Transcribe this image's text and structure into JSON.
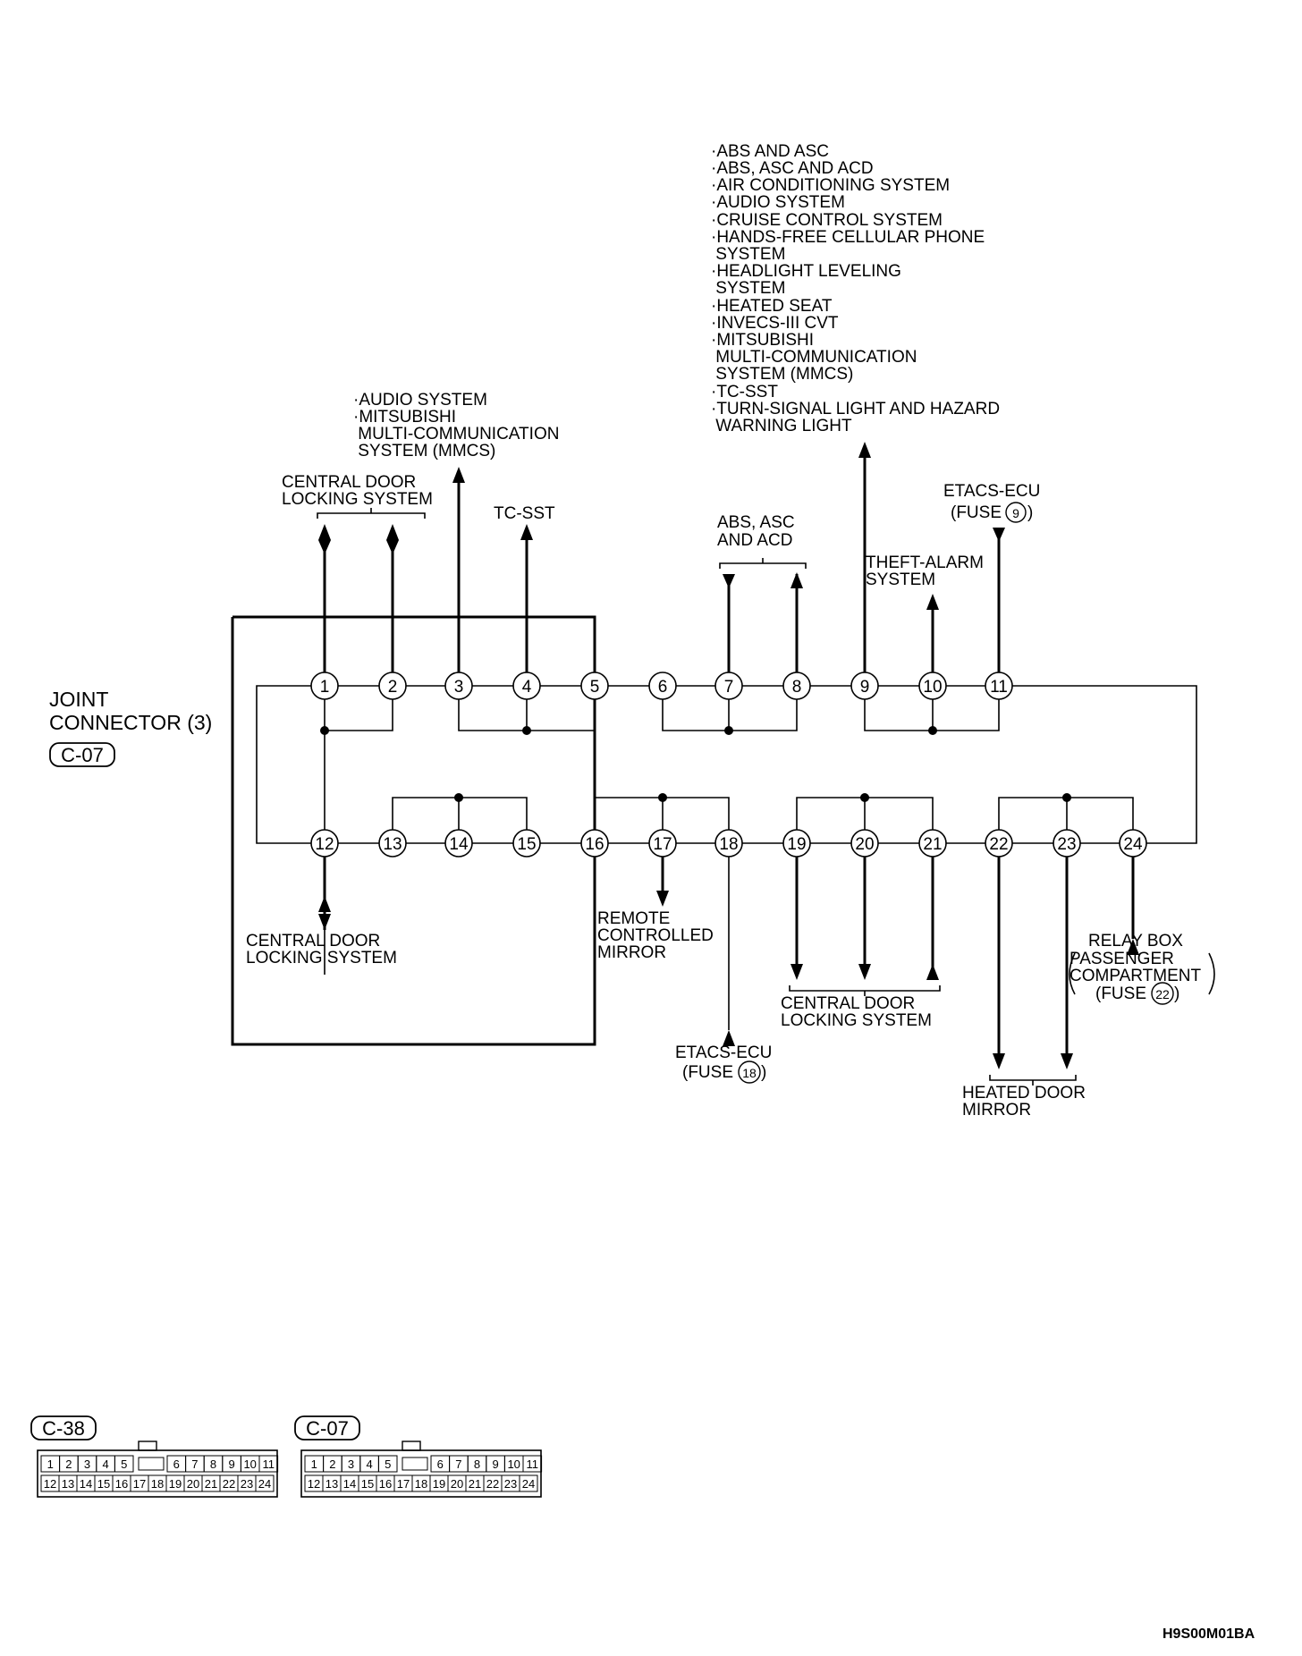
{
  "joint_connector": {
    "title_line1": "JOINT",
    "title_line2": "CONNECTOR (3)",
    "code": "C-07"
  },
  "pins_top": [
    "1",
    "2",
    "3",
    "4",
    "5",
    "6",
    "7",
    "8",
    "9",
    "10",
    "11"
  ],
  "pins_bottom": [
    "12",
    "13",
    "14",
    "15",
    "16",
    "17",
    "18",
    "19",
    "20",
    "21",
    "22",
    "23",
    "24"
  ],
  "labels": {
    "central_door_top": [
      "CENTRAL DOOR",
      "LOCKING SYSTEM"
    ],
    "audio_mmcs": [
      "·AUDIO SYSTEM",
      "·MITSUBISHI",
      " MULTI-COMMUNICATION",
      " SYSTEM (MMCS)"
    ],
    "tc_sst": "TC-SST",
    "abs_list": [
      "·ABS AND ASC",
      "·ABS, ASC AND ACD",
      "·AIR CONDITIONING SYSTEM",
      "·AUDIO SYSTEM",
      "·CRUISE CONTROL SYSTEM",
      "·HANDS-FREE CELLULAR PHONE",
      " SYSTEM",
      "·HEADLIGHT LEVELING",
      " SYSTEM",
      "·HEATED SEAT",
      "·INVECS-III CVT",
      "·MITSUBISHI",
      " MULTI-COMMUNICATION",
      " SYSTEM (MMCS)",
      "·TC-SST",
      "·TURN-SIGNAL LIGHT AND HAZARD",
      " WARNING LIGHT"
    ],
    "abs_asc_acd": [
      "ABS, ASC",
      "AND ACD"
    ],
    "theft_alarm": [
      "THEFT-ALARM",
      "SYSTEM"
    ],
    "etacs_top": "ETACS-ECU",
    "fuse_prefix": "(FUSE",
    "fuse_suffix": ")",
    "fuse_top_no": "9",
    "central_door_left": [
      "CENTRAL DOOR",
      "LOCKING SYSTEM"
    ],
    "remote_mirror": [
      "REMOTE",
      "CONTROLLED",
      "MIRROR"
    ],
    "etacs_bottom": "ETACS-ECU",
    "fuse_bottom_no": "18",
    "central_door_mid": [
      "CENTRAL DOOR",
      "LOCKING SYSTEM"
    ],
    "heated_mirror": [
      "HEATED DOOR",
      "MIRROR"
    ],
    "relay_box": [
      "RELAY BOX",
      "PASSENGER",
      "COMPARTMENT"
    ],
    "fuse_relay_no": "22"
  },
  "connector_views": [
    {
      "code": "C-38",
      "top": [
        "1",
        "2",
        "3",
        "4",
        "5",
        "6",
        "7",
        "8",
        "9",
        "10",
        "11"
      ],
      "bottom": [
        "12",
        "13",
        "14",
        "15",
        "16",
        "17",
        "18",
        "19",
        "20",
        "21",
        "22",
        "23",
        "24"
      ]
    },
    {
      "code": "C-07",
      "top": [
        "1",
        "2",
        "3",
        "4",
        "5",
        "6",
        "7",
        "8",
        "9",
        "10",
        "11"
      ],
      "bottom": [
        "12",
        "13",
        "14",
        "15",
        "16",
        "17",
        "18",
        "19",
        "20",
        "21",
        "22",
        "23",
        "24"
      ]
    }
  ],
  "figure_id": "H9S00M01BA"
}
